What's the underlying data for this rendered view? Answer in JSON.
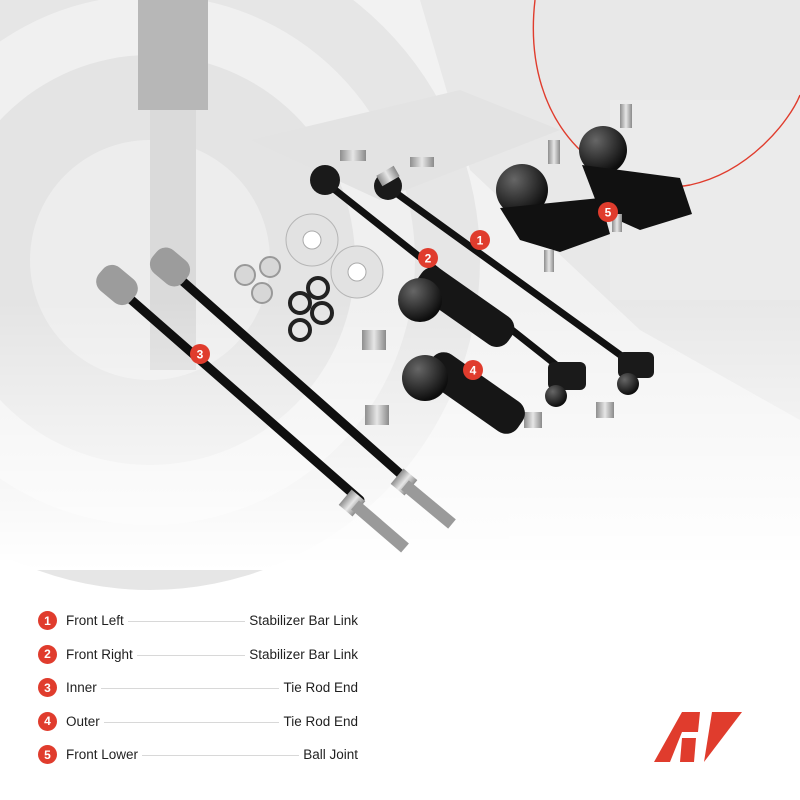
{
  "colors": {
    "accent": "#e03c2d",
    "callout_text": "#ffffff",
    "text": "#1f1f1f"
  },
  "legend": [
    {
      "num": "1",
      "left": "Front Left",
      "right": "Stabilizer Bar Link"
    },
    {
      "num": "2",
      "left": "Front Right",
      "right": "Stabilizer Bar Link"
    },
    {
      "num": "3",
      "left": "Inner",
      "right": "Tie Rod End"
    },
    {
      "num": "4",
      "left": "Outer",
      "right": "Tie Rod End"
    },
    {
      "num": "5",
      "left": "Front Lower",
      "right": "Ball Joint"
    }
  ],
  "callouts": [
    "1",
    "2",
    "3",
    "4",
    "5"
  ],
  "logo": {
    "icon": "a-premium-logo",
    "text": "AP"
  }
}
